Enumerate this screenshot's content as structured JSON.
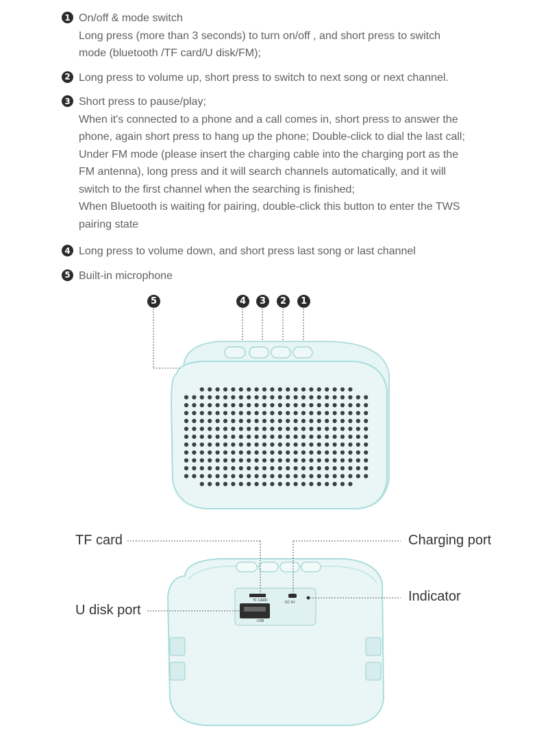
{
  "instructions": [
    {
      "num": "1",
      "lines": [
        "On/off  &  mode switch",
        "Long press (more than 3 seconds) to turn on/off , and short press to switch",
        "mode (bluetooth /TF card/U disk/FM);"
      ]
    },
    {
      "num": "2",
      "lines": [
        "Long press to volume up, short press to switch to next song or next channel."
      ]
    },
    {
      "num": "3",
      "lines": [
        "Short press to pause/play;",
        "When it's connected to a phone and a call comes in,  short press to answer the",
        "phone, again short press to hang up the phone; Double-click to dial the last call;",
        "Under FM mode (please insert the charging cable into the charging port as the",
        "FM antenna), long press and it will search channels automatically, and it will",
        "switch to the first channel when the searching is finished;",
        "When Bluetooth is waiting for pairing, double-click this button to enter the TWS",
        "pairing state"
      ]
    },
    {
      "num": "4",
      "lines": [
        "Long press to volume down, and short press last song or last channel"
      ]
    },
    {
      "num": "5",
      "lines": [
        "Built-in microphone"
      ]
    }
  ],
  "diagram_top": {
    "badges": [
      "5",
      "4",
      "3",
      "2",
      "1"
    ]
  },
  "diagram_bottom": {
    "labels": {
      "tf_card": "TF card",
      "charging_port": "Charging port",
      "indicator": "Indicator",
      "u_disk_port": "U disk port"
    },
    "port_text": {
      "tf": "TF CARD",
      "dc": "DC 5V",
      "usb": "USB"
    }
  },
  "colors": {
    "body": "#e9f6f6",
    "edge": "#a9dcdc",
    "grille": "#3a3f44",
    "badge": "#2b2b2b"
  }
}
